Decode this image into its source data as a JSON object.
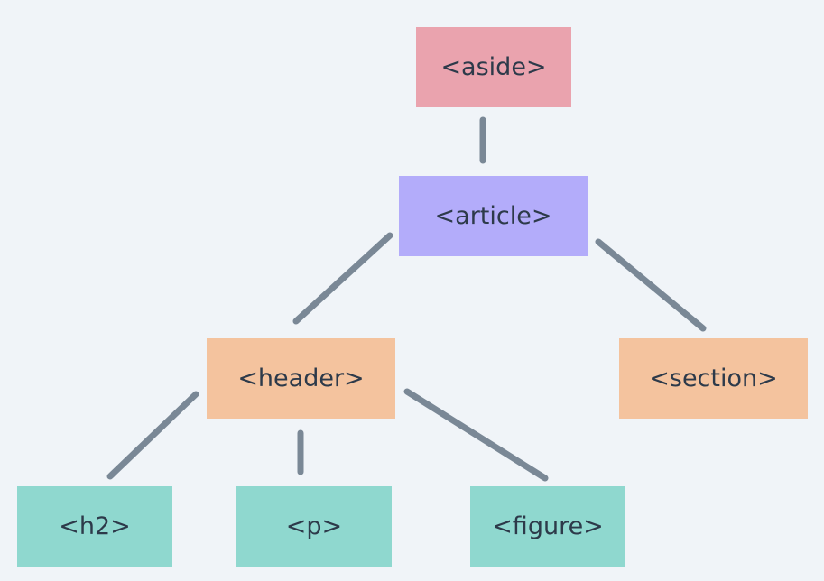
{
  "nodes": {
    "aside": {
      "label": "<aside>",
      "color": "#eaa3ae"
    },
    "article": {
      "label": "<article>",
      "color": "#b3acfa"
    },
    "header": {
      "label": "<header>",
      "color": "#f4c39e"
    },
    "section": {
      "label": "<section>",
      "color": "#f4c39e"
    },
    "h2": {
      "label": "<h2>",
      "color": "#8fd8cf"
    },
    "p": {
      "label": "<p>",
      "color": "#8fd8cf"
    },
    "figure": {
      "label": "<figure>",
      "color": "#8fd8cf"
    }
  },
  "edges": [
    {
      "from": "aside",
      "to": "article"
    },
    {
      "from": "article",
      "to": "header"
    },
    {
      "from": "article",
      "to": "section"
    },
    {
      "from": "header",
      "to": "h2"
    },
    {
      "from": "header",
      "to": "p"
    },
    {
      "from": "header",
      "to": "figure"
    }
  ],
  "colors": {
    "background": "#f0f4f8",
    "edge": "#7a8896",
    "text": "#2d3a4a"
  }
}
